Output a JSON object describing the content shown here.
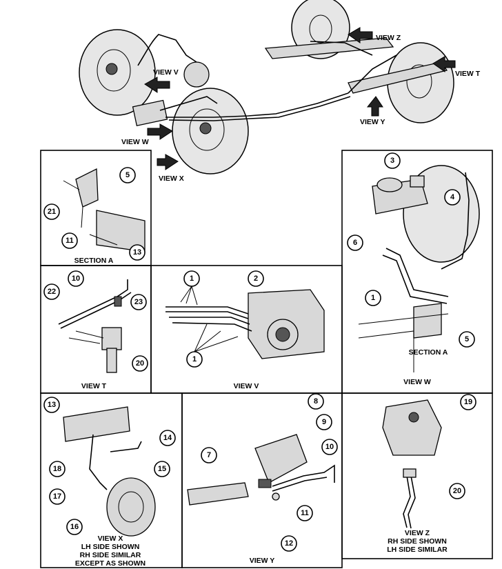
{
  "overview": {
    "view_labels": {
      "v": "VIEW V",
      "w": "VIEW W",
      "x": "VIEW X",
      "y": "VIEW Y",
      "z": "VIEW Z",
      "t": "VIEW T"
    }
  },
  "panels": {
    "section_a": {
      "caption": "SECTION A",
      "callouts": [
        "5",
        "21",
        "11",
        "13"
      ]
    },
    "view_t": {
      "caption": "VIEW T",
      "callouts": [
        "10",
        "22",
        "23",
        "20"
      ]
    },
    "view_v": {
      "caption": "VIEW V",
      "callouts": [
        "1",
        "2",
        "1"
      ]
    },
    "view_w": {
      "caption": "VIEW W",
      "sub_caption": "SECTION A",
      "callouts": [
        "3",
        "4",
        "6",
        "1",
        "5"
      ]
    },
    "view_x": {
      "caption_lines": [
        "VIEW X",
        "LH SIDE SHOWN",
        "RH SIDE SIMILAR",
        "EXCEPT AS SHOWN"
      ],
      "callouts": [
        "13",
        "14",
        "18",
        "15",
        "17",
        "16"
      ]
    },
    "view_y": {
      "caption": "VIEW Y",
      "callouts": [
        "8",
        "9",
        "7",
        "10",
        "11",
        "12"
      ]
    },
    "view_z": {
      "caption_lines": [
        "VIEW Z",
        "RH SIDE SHOWN",
        "LH SIDE SIMILAR"
      ],
      "callouts": [
        "19",
        "20"
      ]
    }
  }
}
